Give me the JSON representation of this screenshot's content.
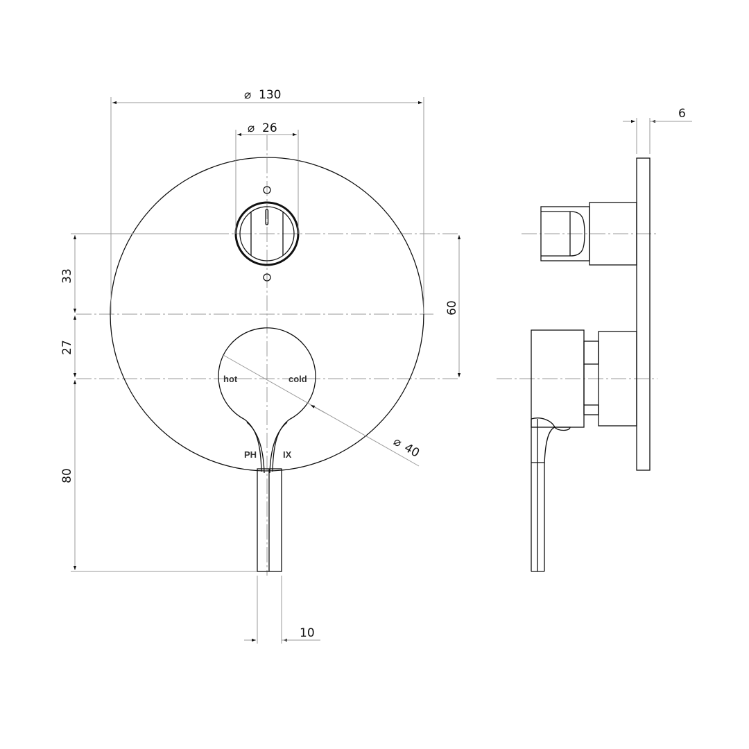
{
  "drawing": {
    "type": "technical-drawing",
    "subject": "shower/bath mixer with diverter – front and side elevations",
    "units": "mm"
  },
  "front_view": {
    "labels": {
      "hot": "hot",
      "cold": "cold",
      "brand_partial_left": "PH",
      "brand_partial_right": "IX"
    },
    "dimensions": {
      "plate_diameter": "130",
      "diverter_diameter": "26",
      "lever_hub_diameter": "40",
      "diverter_to_center": "33",
      "center_to_lever_axis": "27",
      "lever_length": "80",
      "lever_width": "10",
      "diverter_to_lever_axis": "60"
    },
    "diameter_symbol": "⌀"
  },
  "side_view": {
    "dimensions": {
      "plate_thickness": "6"
    }
  },
  "colors": {
    "line": "#111111",
    "dimension_line": "#9a9a9a",
    "background": "#ffffff"
  }
}
